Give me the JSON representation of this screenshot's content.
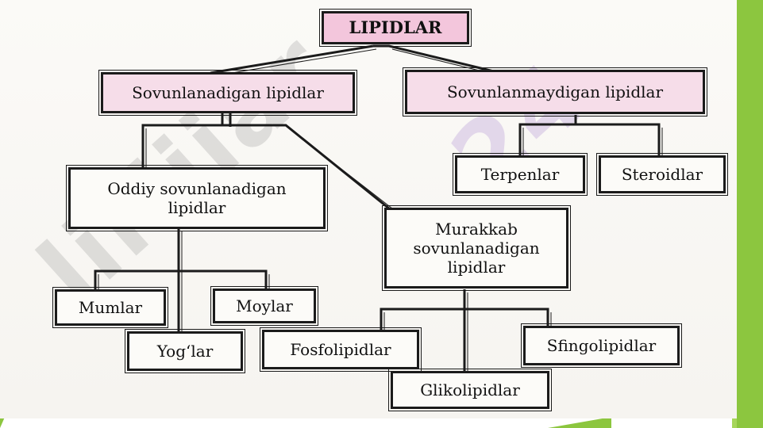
{
  "slide": {
    "accent_color": "#8cc63f",
    "accent_dark": "#6aa22e"
  },
  "diagram": {
    "root": "LIPIDLAR",
    "saponifiable": "Sovunlanadigan lipidlar",
    "unsaponifiable": "Sovunlanmaydigan lipidlar",
    "terpenes": "Terpenlar",
    "steroids": "Steroidlar",
    "simple": "Oddiy sovunlanadigan lipidlar",
    "complex": "Murakkab sovunlanadigan lipidlar",
    "waxes": "Mumlar",
    "oils": "Moylar",
    "fats": "Yog‘lar",
    "phospholipids": "Fosfolipidlar",
    "sphingolipids": "Sfingolipidlar",
    "glycolipids": "Glikolipidlar"
  },
  "watermarks": {
    "main": "lirijiar",
    "accent": "24"
  }
}
